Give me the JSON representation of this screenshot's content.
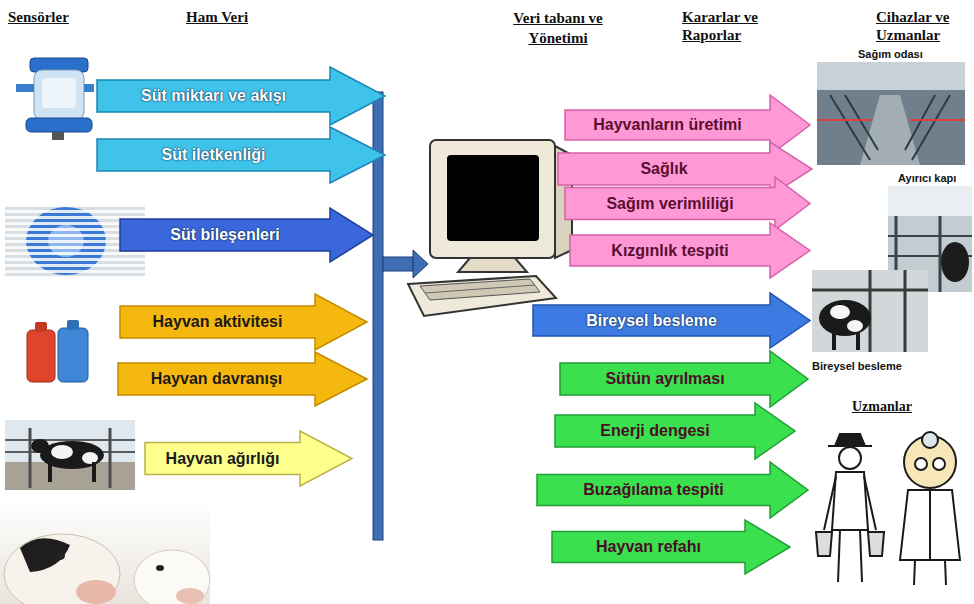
{
  "diagram": {
    "nodes": [
      {
        "text": [
          "Süt miktarı ve akışı"
        ]
      },
      {
        "text": [
          "Süt iletkenliği"
        ]
      },
      {
        "text": [
          "Süt bileşenleri"
        ]
      },
      {
        "text": [
          "Hayvan aktivitesi"
        ]
      },
      {
        "text": [
          "Hayvan davranışı"
        ]
      },
      {
        "text": [
          "Hayvan ağırlığı"
        ]
      },
      {
        "text": [
          "Hayvanların üretimi"
        ]
      },
      {
        "text": [
          "Sağlık"
        ]
      },
      {
        "text": [
          "Sağım verimliliği"
        ]
      },
      {
        "text": [
          "Kızgınlık tespiti"
        ]
      },
      {
        "text": [
          "Bireysel besleme"
        ]
      },
      {
        "text": [
          "Sütün ayrılması"
        ]
      },
      {
        "text": [
          "Enerji dengesi"
        ]
      },
      {
        "text": [
          "Buzağılama tespiti"
        ]
      },
      {
        "text": [
          "Hayvan refahı"
        ]
      }
    ],
    "labels": [
      "Sensörler",
      "Ham Veri",
      "Veri tabanı ve Yönetimi",
      "Kararlar ve Raporlar",
      "Cihazlar ve Uzmanlar",
      "Sağım odası",
      "Ayırıcı kapı",
      "Bireysel besleme",
      "Uzmanlar"
    ]
  }
}
